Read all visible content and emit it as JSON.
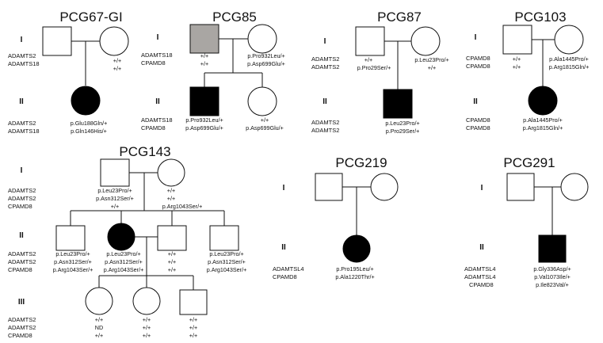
{
  "families": {
    "PCG67_GI": {
      "title": "PCG67-GI",
      "gen_I": "I",
      "gen_II": "II",
      "genes_I": [
        "ADAMTS2",
        "ADAMTS18"
      ],
      "genes_II": [
        "ADAMTS2",
        "ADAMTS18"
      ],
      "father": [],
      "mother": [
        "+/+",
        "+/+"
      ],
      "child": [
        "p.Glu188Gln/+",
        "p.Gln146His/+"
      ]
    },
    "PCG85": {
      "title": "PCG85",
      "gen_I": "I",
      "gen_II": "II",
      "genes_I": [
        "ADAMTS18",
        "CPAMD8"
      ],
      "genes_II": [
        "ADAMTS18",
        "CPAMD8"
      ],
      "father": [
        "+/+",
        "+/+"
      ],
      "mother": [
        "p.Pro932Leu/+",
        "p.Asp699Glu/+"
      ],
      "child1": [
        "p.Pro932Leu/+",
        "p.Asp699Glu/+"
      ],
      "child2": [
        "+/+",
        "p.Asp699Glu/+"
      ]
    },
    "PCG87": {
      "title": "PCG87",
      "gen_I": "I",
      "gen_II": "II",
      "genes_I": [
        "ADAMTS2",
        "ADAMTS2"
      ],
      "genes_II": [
        "ADAMTS2",
        "ADAMTS2"
      ],
      "father": [
        "+/+",
        "p.Pro29Ser/+"
      ],
      "mother": [
        "p.Leu23Pro/+",
        "+/+"
      ],
      "child": [
        "p.Leu23Pro/+",
        "p.Pro29Ser/+"
      ]
    },
    "PCG103": {
      "title": "PCG103",
      "gen_I": "I",
      "gen_II": "II",
      "genes_I": [
        "CPAMD8",
        "CPAMD8"
      ],
      "genes_II": [
        "CPAMD8",
        "CPAMD8"
      ],
      "father": [
        "+/+",
        "+/+"
      ],
      "mother": [
        "p.Ala1445Pro/+",
        "p.Arg1815Gln/+"
      ],
      "child": [
        "p.Ala1445Pro/+",
        "p.Arg1815Gln/+"
      ]
    },
    "PCG143": {
      "title": "PCG143",
      "gen_I": "I",
      "gen_II": "II",
      "gen_III": "III",
      "genes_I": [
        "ADAMTS2",
        "ADAMTS2",
        "CPAMD8"
      ],
      "genes_II": [
        "ADAMTS2",
        "ADAMTS2",
        "CPAMD8"
      ],
      "genes_III": [
        "ADAMTS2",
        "ADAMTS2",
        "CPAMD8"
      ],
      "father": [
        "p.Leu23Pro/+",
        "p.Asn312Ser/+",
        "+/+"
      ],
      "mother": [
        "+/+",
        "+/+",
        "p.Arg1043Ser/+"
      ],
      "gen2": [
        [
          "p.Leu23Pro/+",
          "p.Asn312Ser/+",
          "p.Arg1043Ser/+"
        ],
        [
          "p.Leu23Pro/+",
          "p.Asn312Ser/+",
          "p.Arg1043Ser/+"
        ],
        [
          "+/+",
          "+/+",
          "+/+"
        ],
        [
          "p.Leu23Pro/+",
          "p.Asn312Ser/+",
          "p.Arg1043Ser/+"
        ]
      ],
      "gen3": [
        [
          "+/+",
          "ND",
          "+/+"
        ],
        [
          "+/+",
          "+/+",
          "+/+"
        ],
        [
          "+/+",
          "+/+",
          "+/+"
        ]
      ]
    },
    "PCG219": {
      "title": "PCG219",
      "gen_I": "I",
      "gen_II": "II",
      "genes_II": [
        "ADAMTSL4",
        "CPAMD8"
      ],
      "child": [
        "p.Pro195Leu/+",
        "p.Ala1220Thr/+"
      ]
    },
    "PCG291": {
      "title": "PCG291",
      "gen_I": "I",
      "gen_II": "II",
      "genes_II": [
        "ADAMTSL4",
        "ADAMTSL4",
        "CPAMD8"
      ],
      "child": [
        "p.Gly336Asp/+",
        "p.Val1073Ile/+",
        "p.Ile823Val/+"
      ]
    }
  },
  "colors": {
    "affected": "#000000",
    "carrier_gray": "#a9a6a3",
    "unaffected": "#ffffff",
    "line": "#111111"
  }
}
